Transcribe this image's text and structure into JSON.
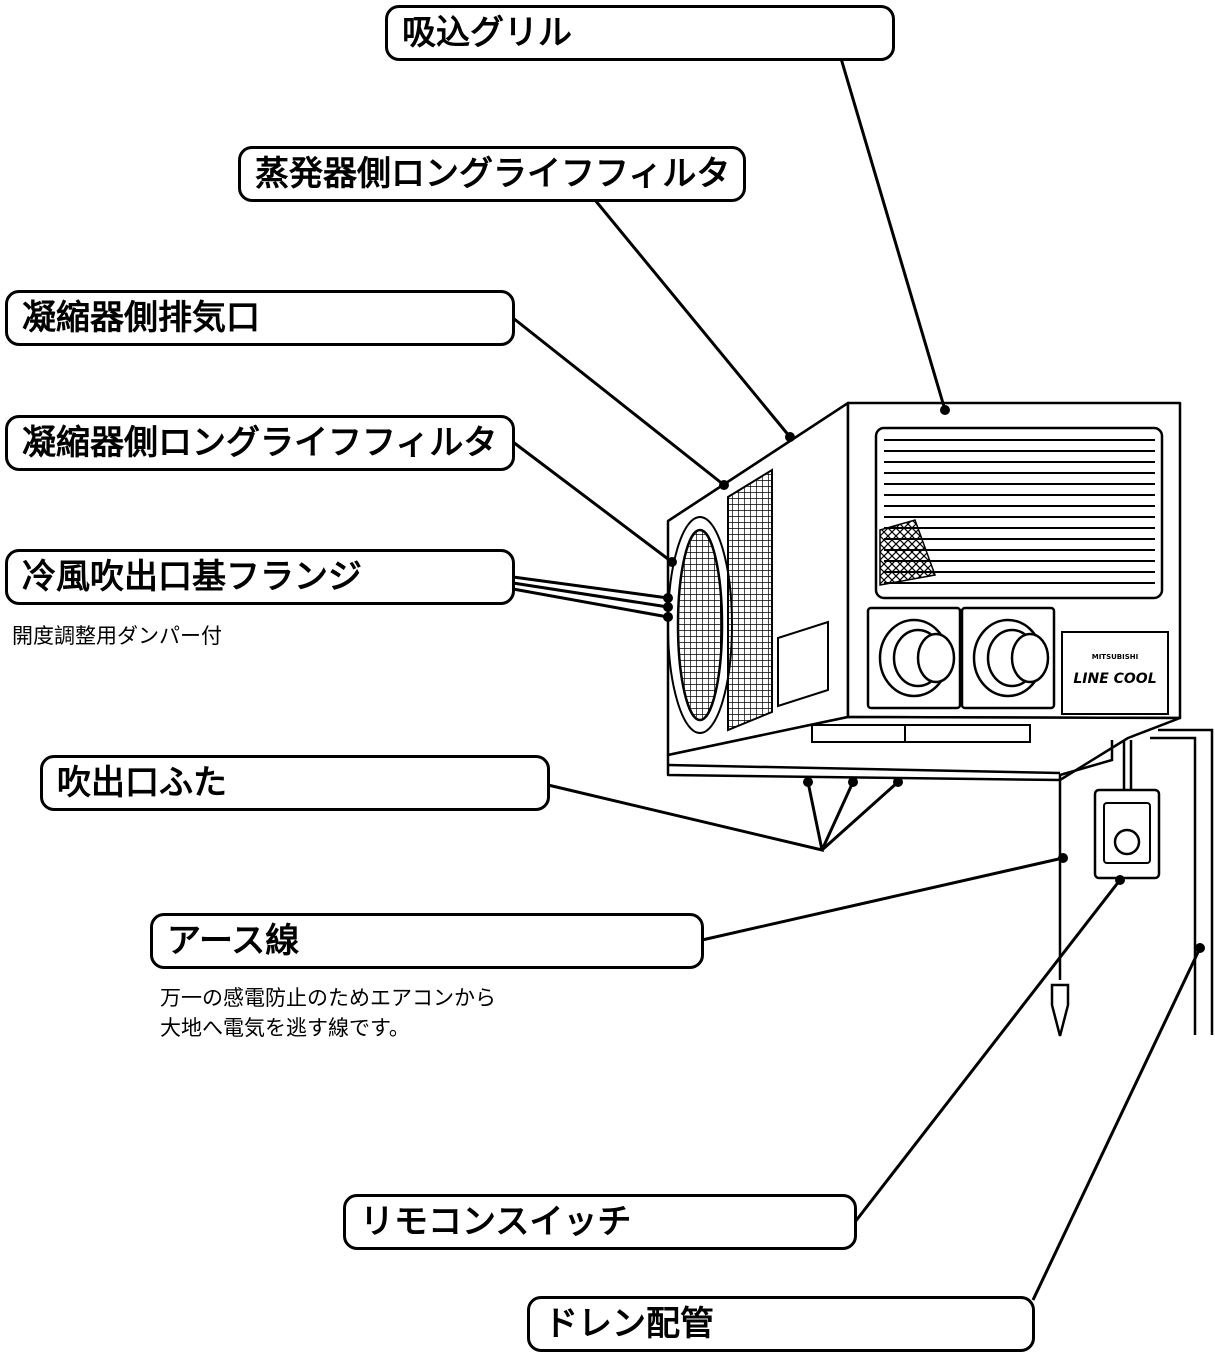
{
  "labels": {
    "intake_grille": "吸込グリル",
    "evaporator_filter": "蒸発器側ロングライフフィルタ",
    "condenser_exhaust": "凝縮器側排気口",
    "condenser_filter": "凝縮器側ロングライフフィルタ",
    "cold_air_flange": "冷風吹出口基フランジ",
    "cold_air_flange_note": "開度調整用ダンパー付",
    "outlet_cover": "吹出口ふた",
    "ground_wire": "アース線",
    "ground_wire_note_1": "万一の感電防止のためエアコンから",
    "ground_wire_note_2": "大地へ電気を逃す線です。",
    "remote_switch": "リモコンスイッチ",
    "drain_pipe": "ドレン配管"
  },
  "unit": {
    "brand": "MITSUBISHI",
    "model": "LINE COOL"
  }
}
